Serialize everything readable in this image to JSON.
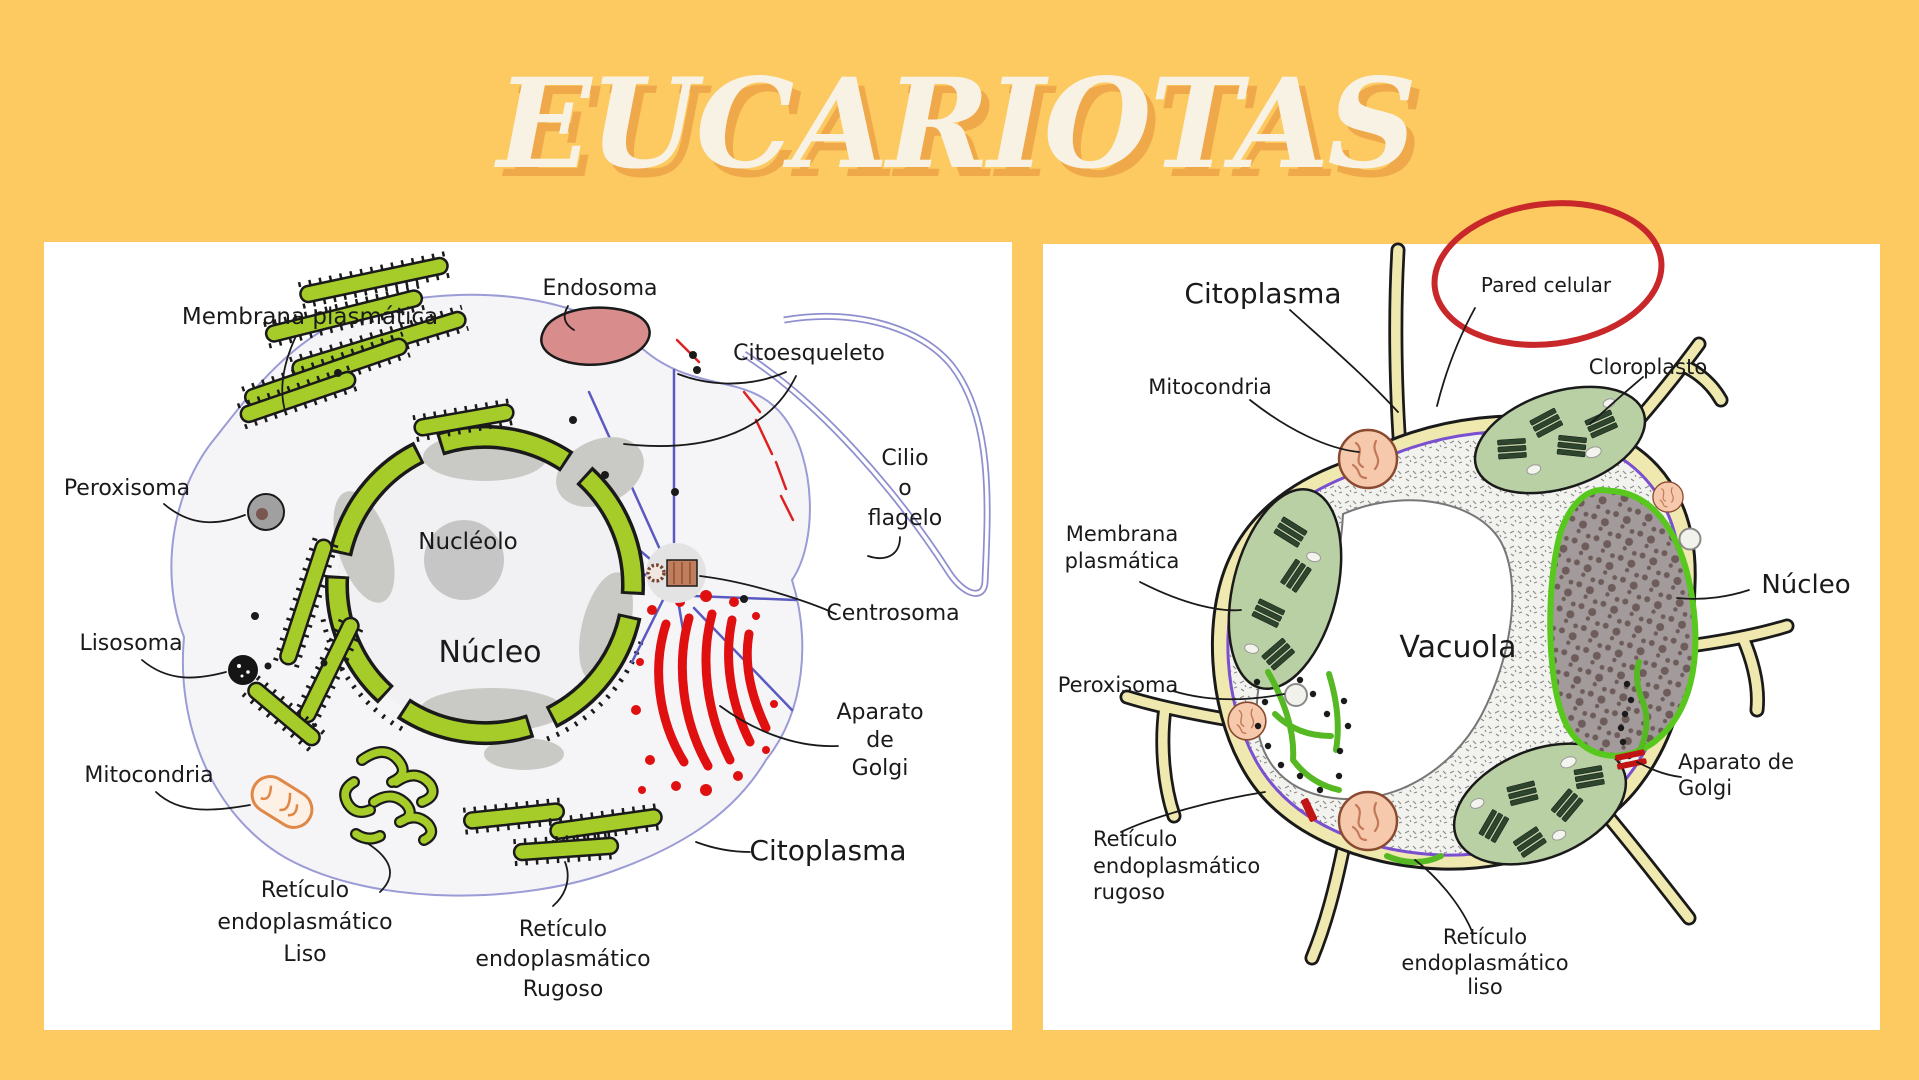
{
  "title": "EUCARIOTAS",
  "colors": {
    "background": "#fcca61",
    "title_text": "#f7f2e4",
    "title_shadow": "#efa94a",
    "panel": "#ffffff",
    "membrane_purple": "#8f8fd0",
    "organelle_green": "#a6cc2a",
    "golgi_red": "#e01010",
    "endosome_pink": "#d98c8c",
    "microtubule_blue": "#5a5ac0",
    "cell_wall_yellow": "#efe9b0",
    "chloroplast_green": "#b9cfa4",
    "nucleus_gray": "#a39b9b",
    "annotation_red": "#c9282a"
  },
  "left": {
    "endosoma": "Endosoma",
    "membrana": "Membrana plasmática",
    "citoesqueleto": "Citoesqueleto",
    "cilio1": "Cilio",
    "cilio2": "o",
    "cilio3": "flagelo",
    "peroxisoma": "Peroxisoma",
    "nucleolo": "Nucléolo",
    "nucleo": "Núcleo",
    "centrosoma": "Centrosoma",
    "lisosoma": "Lisosoma",
    "golgi1": "Aparato",
    "golgi2": "de",
    "golgi3": "Golgi",
    "mitocondria": "Mitocondria",
    "citoplasma": "Citoplasma",
    "rel1": "Retículo",
    "rel2": "endoplasmático",
    "rel3": "Liso",
    "rer1": "Retículo",
    "rer2": "endoplasmático",
    "rer3": "Rugoso"
  },
  "right": {
    "citoplasma": "Citoplasma",
    "pared": "Pared celular",
    "mitocondria": "Mitocondria",
    "cloroplasto": "Cloroplasto",
    "membrana1": "Membrana",
    "membrana2": "plasmática",
    "nucleo": "Núcleo",
    "vacuola": "Vacuola",
    "peroxisoma": "Peroxisoma",
    "golgi1": "Aparato de",
    "golgi2": "Golgi",
    "rer1": "Retículo",
    "rer2": "endoplasmático",
    "rer3": "rugoso",
    "rel1": "Retículo",
    "rel2": "endoplasmático",
    "rel3": "liso"
  }
}
